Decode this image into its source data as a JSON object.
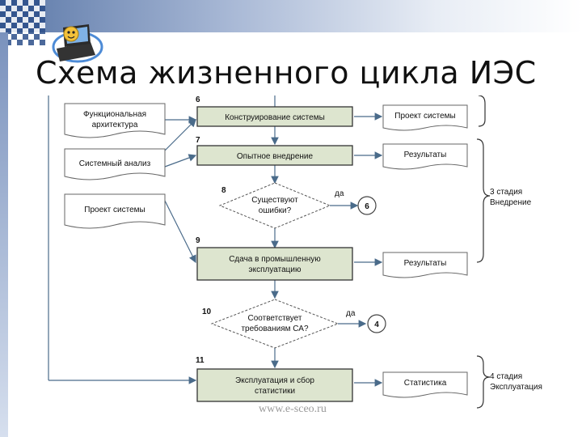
{
  "slide": {
    "title": "Схема жизненного цикла ИЭС",
    "watermark": "www.e-sceo.ru"
  },
  "diagram": {
    "inputs": [
      {
        "line1": "Функциональная",
        "line2": "архитектура"
      },
      {
        "line1": "Системный анализ"
      },
      {
        "line1": "Проект системы"
      }
    ],
    "steps": [
      {
        "num": "6",
        "line1": "Конструирование системы"
      },
      {
        "num": "7",
        "line1": "Опытное внедрение"
      },
      {
        "num": "8",
        "line1": "Существуют",
        "line2": "ошибки?",
        "yes": "да",
        "target": "6"
      },
      {
        "num": "9",
        "line1": "Сдача в промышленную",
        "line2": "эксплуатацию"
      },
      {
        "num": "10",
        "line1": "Соответствует",
        "line2": "требованиям СА?",
        "yes": "да",
        "target": "4"
      },
      {
        "num": "11",
        "line1": "Эксплуатация и сбор",
        "line2": "статистики"
      }
    ],
    "outputs": [
      "Проект системы",
      "Результаты",
      "Результаты",
      "Статистика"
    ],
    "stages": [
      {
        "line1": "3 стадия",
        "line2": "Внедрение"
      },
      {
        "line1": "4 стадия",
        "line2": "Эксплуатация"
      }
    ]
  },
  "icons": [
    "logo-icon"
  ]
}
